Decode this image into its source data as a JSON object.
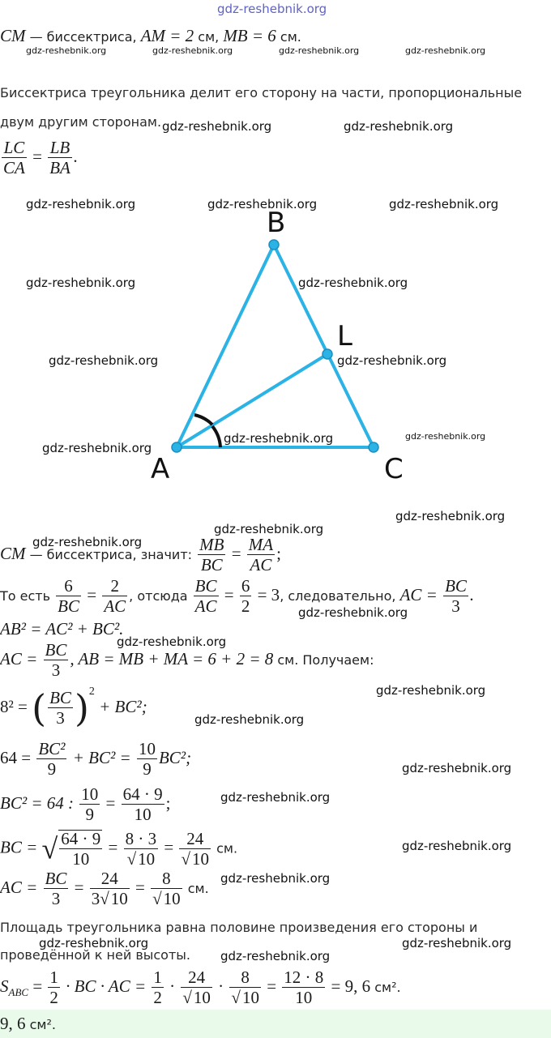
{
  "watermark": "gdz-reshebnik.org",
  "statement": {
    "cm": "CM",
    "dash_text": " — биссектриса, ",
    "am": "AM = 2",
    "cm_unit1": " см, ",
    "mb": "MB = 6",
    "cm_unit2": " см."
  },
  "theory": {
    "line1": "Биссектриса треугольника делит его сторону на части, пропорциональные",
    "line2": "двум другим сторонам.",
    "f1_num": "LC",
    "f1_den": "CA",
    "f2_num": "LB",
    "f2_den": "BA"
  },
  "diagram": {
    "labels": {
      "a": "A",
      "b": "B",
      "c": "C",
      "l": "L"
    },
    "color": "#2bb3e6"
  },
  "solution": {
    "l1": {
      "cm": "CM",
      "text": " — биссектриса, значит: ",
      "n1": "MB",
      "d1": "BC",
      "n2": "MA",
      "d2": "AC"
    },
    "l2": {
      "t1": "То есть ",
      "n1": "6",
      "d1": "BC",
      "n2": "2",
      "d2": "AC",
      "t2": ", отсюда ",
      "n3": "BC",
      "d3": "AC",
      "n4": "6",
      "d4": "2",
      "eq": " = 3",
      "t3": ", следовательно, ",
      "ac": "AC = ",
      "n5": "BC",
      "d5": "3"
    },
    "l3": "AB² = AC² + BC².",
    "l4": {
      "ac": "AC = ",
      "n1": "BC",
      "d1": "3",
      "rest": ", AB = MB + MA = 6 + 2 = 8",
      "t": " см. Получаем:"
    },
    "l5": {
      "lhs": "8² = ",
      "n1": "BC",
      "d1": "3",
      "exp": "2",
      "rest": " + BC²;"
    },
    "l6": {
      "lhs": "64 = ",
      "n1": "BC²",
      "d1": "9",
      "mid": " + BC² = ",
      "n2": "10",
      "d2": "9",
      "rest": "BC²;"
    },
    "l7": {
      "lhs": "BC² = 64 : ",
      "n1": "10",
      "d1": "9",
      "eq": " = ",
      "n2": "64 · 9",
      "d2": "10",
      "end": ";"
    },
    "l8": {
      "lhs": "BC = ",
      "n1": "64 · 9",
      "d1": "10",
      "n2": "8 · 3",
      "d2": "10",
      "n3": "24",
      "d3": "10",
      "t": " см."
    },
    "l9": {
      "lhs": "AC = ",
      "n1": "BC",
      "d1": "3",
      "n2": "24",
      "d2": "10",
      "d2pre": "3",
      "n3": "8",
      "d3": "10",
      "t": " см."
    },
    "area_line1": "Площадь треугольника равна половине произведения его стороны и",
    "area_line2": "проведённой к ней высоты.",
    "l10": {
      "lhs": "S",
      "sub": "ABC",
      "eq1": " = ",
      "h1n": "1",
      "h1d": "2",
      "mid1": " · BC · AC = ",
      "h2n": "1",
      "h2d": "2",
      "n3": "24",
      "d3": "10",
      "n4": "8",
      "d4": "10",
      "n5": "12 · 8",
      "d5": "10",
      "res": " = 9, 6",
      "t": " см²."
    }
  },
  "answer": {
    "value": "9, 6",
    "unit": " см²."
  }
}
